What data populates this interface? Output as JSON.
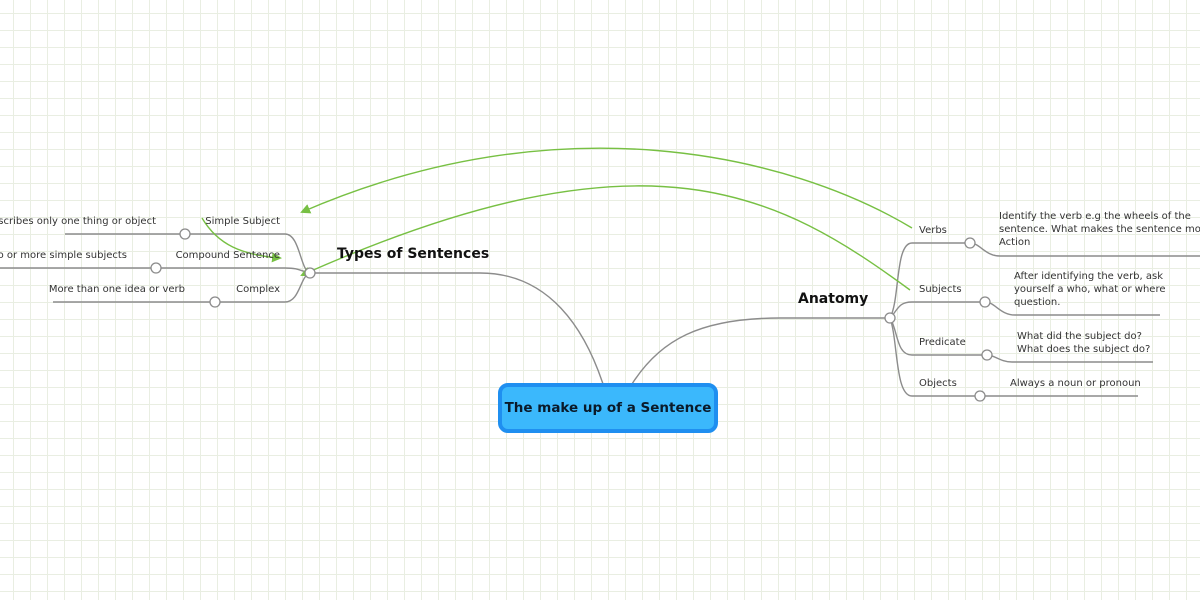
{
  "central": {
    "label": "The make up of a Sentence"
  },
  "left_branch": {
    "title": "Types of Sentences",
    "children": [
      {
        "label": "Simple Subject",
        "detail": "Describes only one thing or object"
      },
      {
        "label": "Compound Sentence",
        "detail": "wo or more simple subjects"
      },
      {
        "label": "Complex",
        "detail": "More than one idea or verb"
      }
    ]
  },
  "right_branch": {
    "title": "Anatomy",
    "children": [
      {
        "label": "Verbs",
        "detail_lines": [
          "Identify the verb e.g the wheels of the",
          "sentence.  What makes the sentence move",
          "Action"
        ]
      },
      {
        "label": "Subjects",
        "detail_lines": [
          "After identifying the verb, ask",
          "yourself a who, what or where",
          "question."
        ]
      },
      {
        "label": "Predicate",
        "detail_lines": [
          "What did the subject do?",
          "  What does the subject do?"
        ]
      },
      {
        "label": "Objects",
        "detail_lines": [
          "Always a noun or pronoun"
        ]
      }
    ]
  },
  "colors": {
    "central_fill": "#3bb8fc",
    "central_border": "#1f8ff0",
    "branch_line": "#8c8c8c",
    "relationship_line": "#77c043",
    "grid": "#e9eee2"
  }
}
